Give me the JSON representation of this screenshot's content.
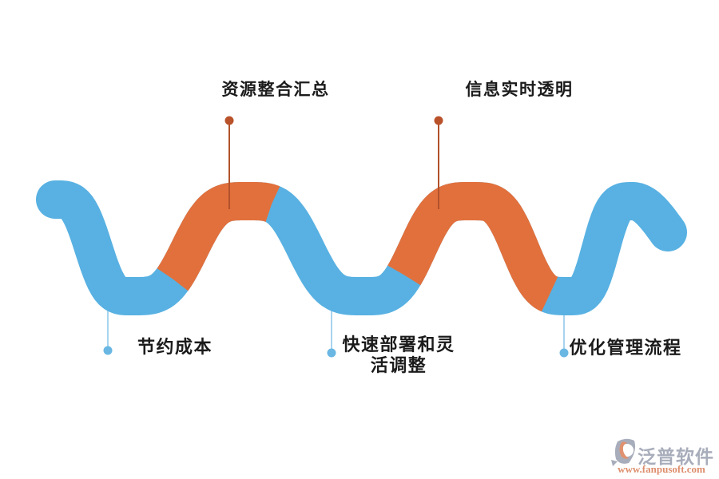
{
  "colors": {
    "wave_blue": "#58b1e2",
    "wave_orange": "#e2703c",
    "marker_rust": "#b2522b",
    "marker_rust_dot": "#b9522a",
    "marker_blue_line": "#9fd0ec",
    "marker_blue_dot": "#6ab7e3",
    "label_text": "#1b1b1b",
    "logo_gray": "#a8adbb",
    "logo_salmon": "#e0916f",
    "logo_url_color": "#de8e6d"
  },
  "diagram": {
    "top_labels": [
      {
        "label": "资源整合汇总"
      },
      {
        "label": "信息实时透明"
      }
    ],
    "bottom_labels": [
      {
        "label": "节约成本"
      },
      {
        "label": "快速部署和灵活调整"
      },
      {
        "label": "优化管理流程"
      }
    ]
  },
  "branding": {
    "logo_text": "泛普软件",
    "website": "www.fanpusoft.com"
  }
}
